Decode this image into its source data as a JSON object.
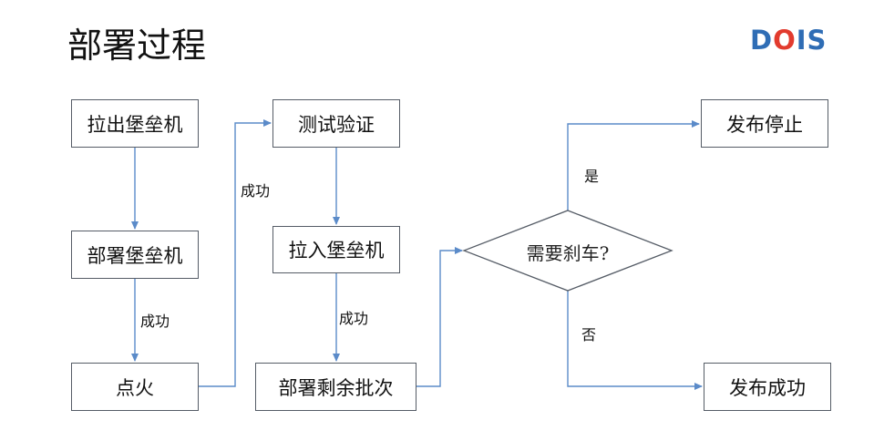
{
  "title": "部署过程",
  "logo": {
    "letters": [
      "D",
      "O",
      "I",
      "S"
    ],
    "colors": [
      "#2f6db5",
      "#e23b2e",
      "#2f6db5",
      "#2f6db5"
    ]
  },
  "colors": {
    "connector": "#5b8bc9",
    "box_border": "#555c66"
  },
  "nodes": {
    "pull_out": "拉出堡垒机",
    "deploy_bastion": "部署堡垒机",
    "ignite": "点火",
    "test_verify": "测试验证",
    "pull_in": "拉入堡垒机",
    "deploy_rest": "部署剩余批次",
    "decision": "需要刹车?",
    "publish_stop": "发布停止",
    "publish_success": "发布成功"
  },
  "edge_labels": {
    "deploy_to_ignite": "成功",
    "ignite_to_test": "成功",
    "pull_in_to_deploy_rest": "成功",
    "yes": "是",
    "no": "否"
  }
}
